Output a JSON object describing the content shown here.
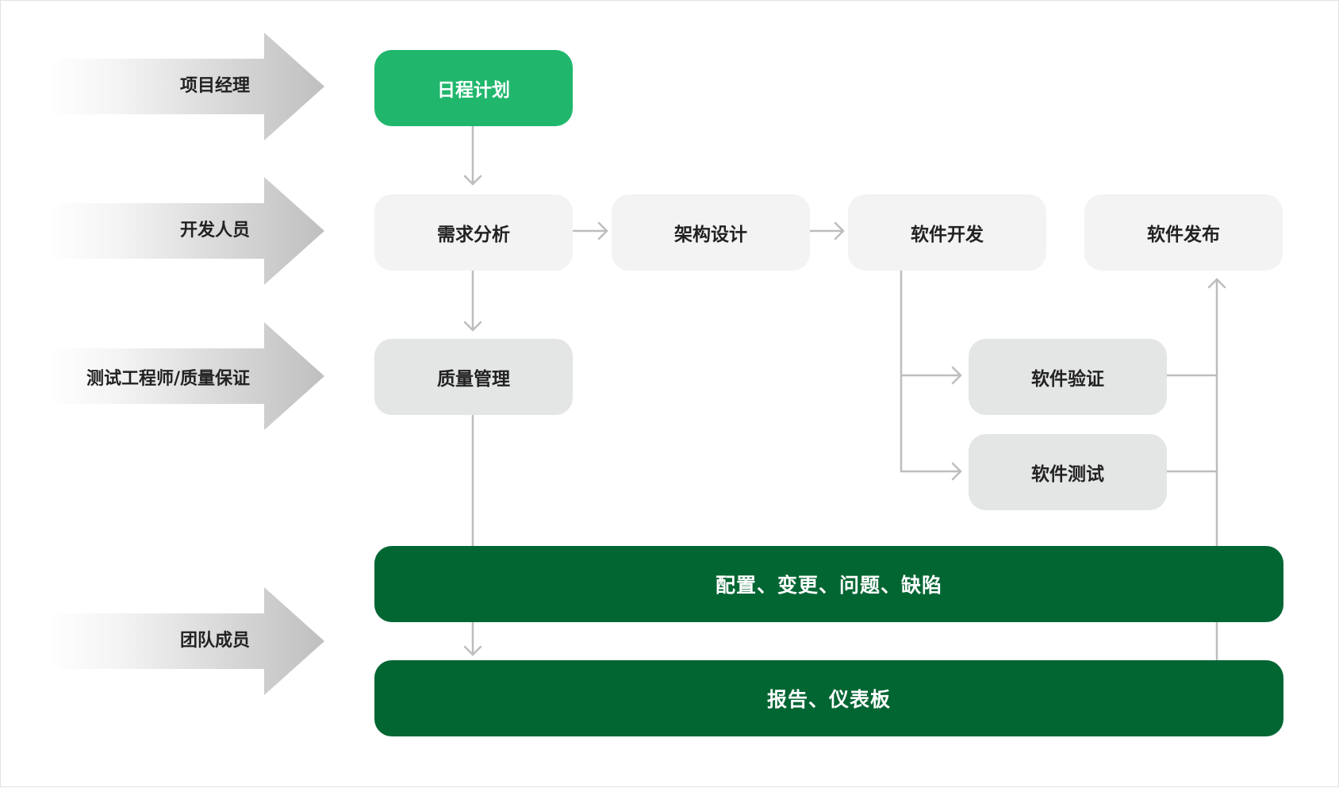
{
  "roles": {
    "project_manager": "项目经理",
    "developer": "开发人员",
    "tester_qa": "测试工程师/质量保证",
    "team_member": "团队成员"
  },
  "nodes": {
    "schedule": "日程计划",
    "requirements": "需求分析",
    "architecture": "架构设计",
    "development": "软件开发",
    "release": "软件发布",
    "quality": "质量管理",
    "verification": "软件验证",
    "testing": "软件测试",
    "config_bar": "配置、变更、问题、缺陷",
    "report_bar": "报告、仪表板"
  },
  "colors": {
    "primary_green": "#20b76c",
    "dark_green": "#026633",
    "light_node": "#f3f3f3",
    "grey_node": "#e3e6e4",
    "connector": "#bdbdbd"
  }
}
